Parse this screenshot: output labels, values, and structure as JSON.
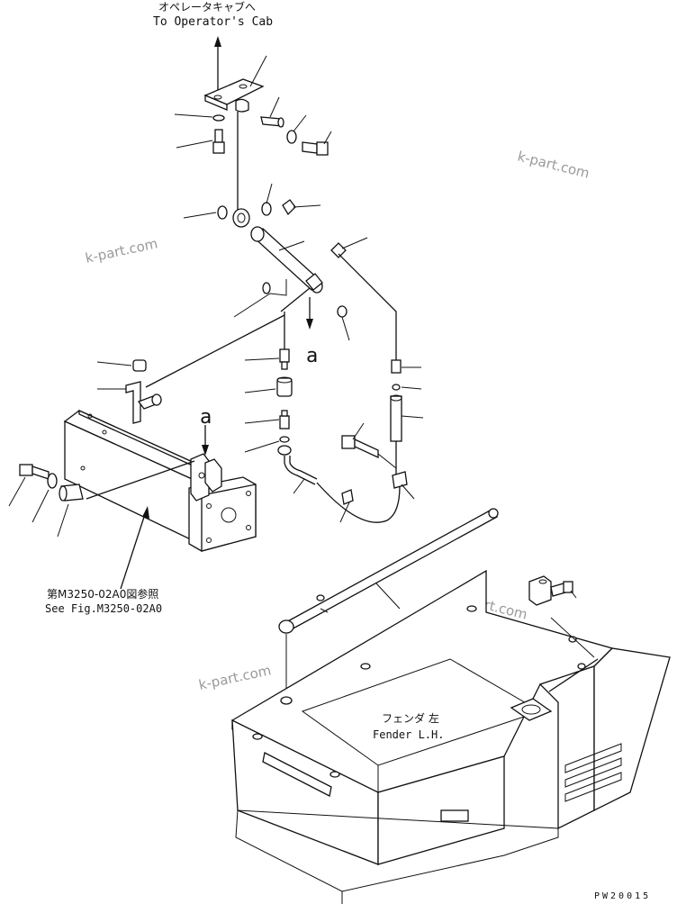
{
  "labels": {
    "cab_jp": "オペレータキャブへ",
    "cab_en": "To Operator's Cab",
    "ref_jp": "第M3250-02A0図参照",
    "ref_en": "See Fig.M3250-02A0",
    "fender_jp": "フェンダ 左",
    "fender_en": "Fender L.H.",
    "view_a_1": "a",
    "view_a_2": "a",
    "drawing_code": "PW20015"
  },
  "watermarks": [
    "k-part.com",
    "k-part.com",
    "k-part.com",
    "k-part.com"
  ]
}
